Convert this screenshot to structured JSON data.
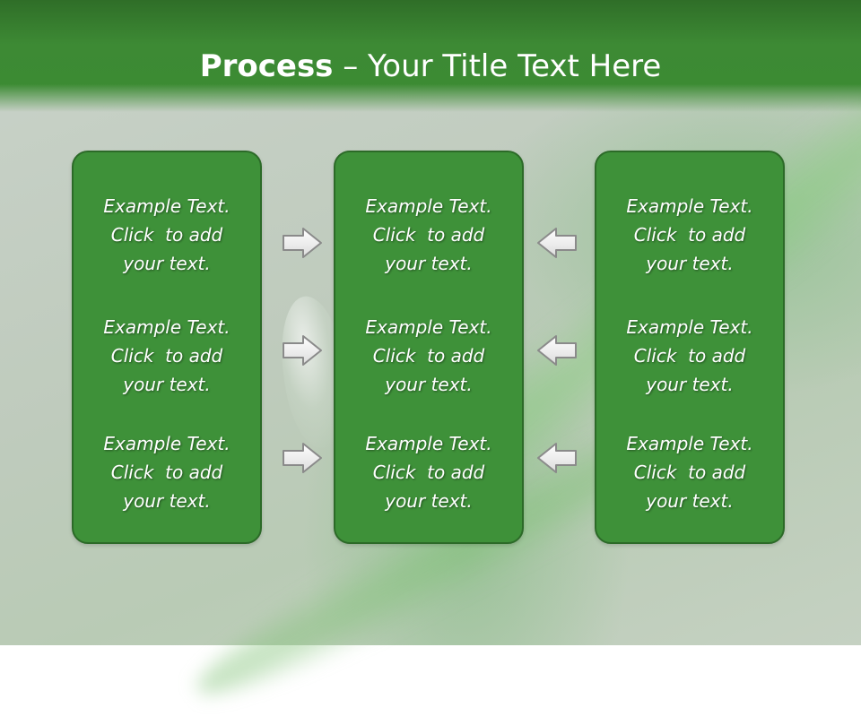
{
  "slide": {
    "title_bold": "Process",
    "title_rest": " – Your Title Text Here",
    "columns": [
      {
        "items": [
          {
            "line1": "Example Text.",
            "line2": "Click  to add",
            "line3": "your text."
          },
          {
            "line1": "Example Text.",
            "line2": "Click  to add",
            "line3": "your text."
          },
          {
            "line1": "Example Text.",
            "line2": "Click  to add",
            "line3": "your text."
          }
        ]
      },
      {
        "items": [
          {
            "line1": "Example Text.",
            "line2": "Click  to add",
            "line3": "your text."
          },
          {
            "line1": "Example Text.",
            "line2": "Click  to add",
            "line3": "your text."
          },
          {
            "line1": "Example Text.",
            "line2": "Click  to add",
            "line3": "your text."
          }
        ]
      },
      {
        "items": [
          {
            "line1": "Example Text.",
            "line2": "Click  to add",
            "line3": "your text."
          },
          {
            "line1": "Example Text.",
            "line2": "Click  to add",
            "line3": "your text."
          },
          {
            "line1": "Example Text.",
            "line2": "Click  to add",
            "line3": "your text."
          }
        ]
      }
    ],
    "arrows": {
      "left_column": [
        "arrow-right",
        "arrow-right",
        "arrow-right"
      ],
      "right_column": [
        "arrow-left",
        "arrow-left",
        "arrow-left"
      ]
    },
    "colors": {
      "header": "#3c8b33",
      "panel": "#3e9139",
      "panel_border": "#2c6a28",
      "text": "#ffffff"
    }
  }
}
